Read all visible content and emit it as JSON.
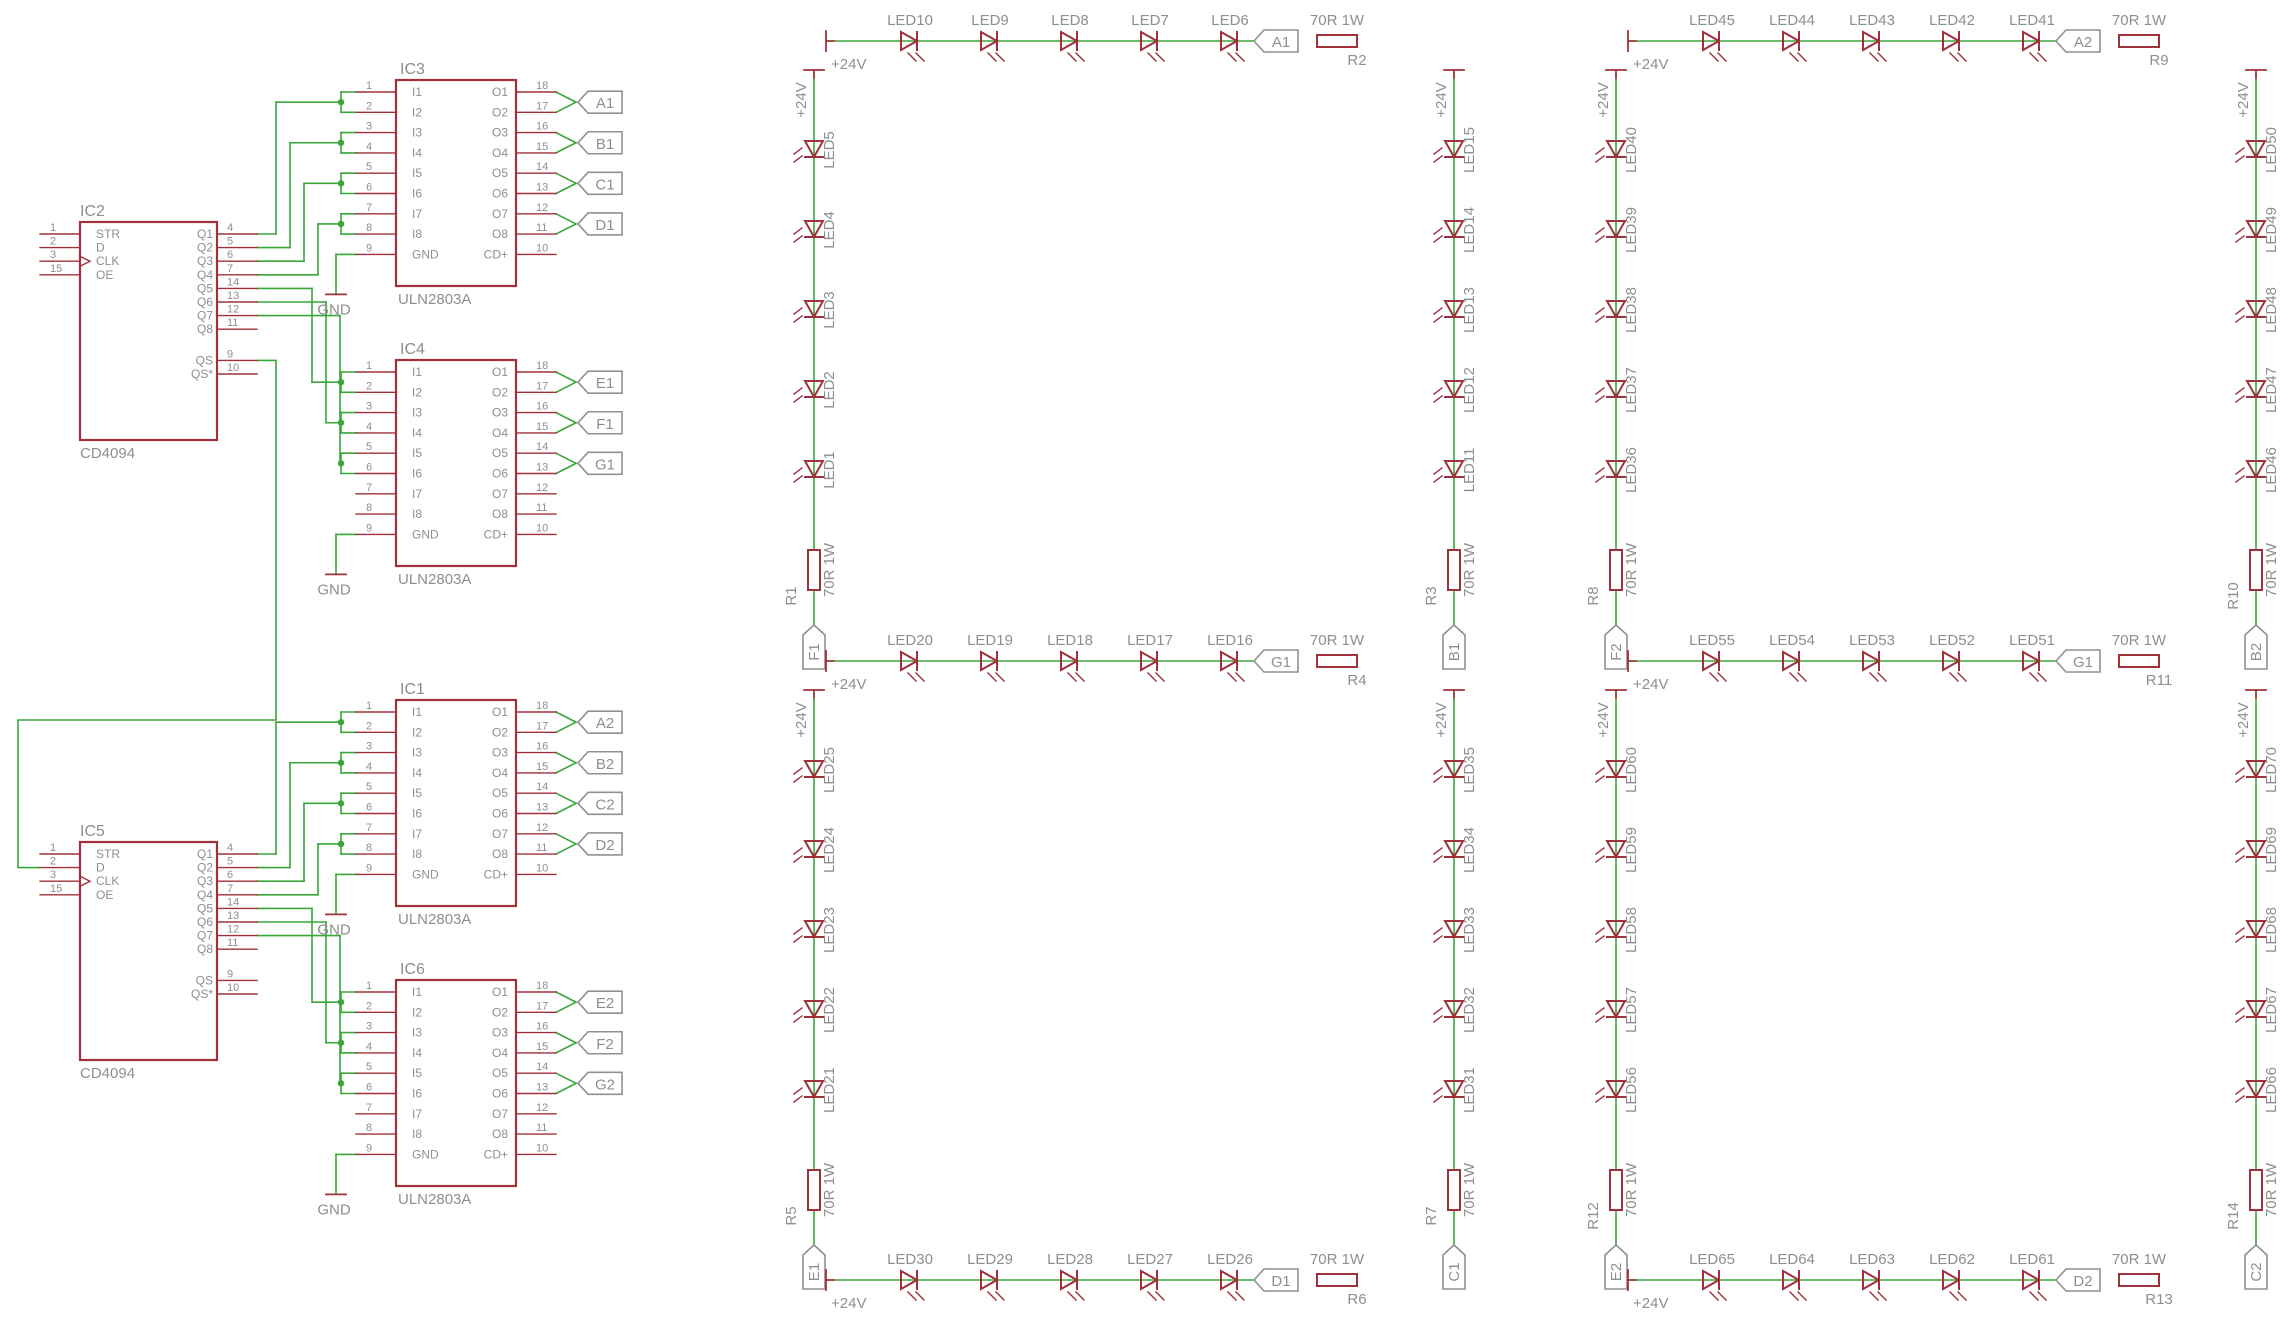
{
  "colors": {
    "part": "#a0303a",
    "wire": "#3aa63a",
    "text": "#8e8e8e",
    "bg": "#ffffff",
    "junction": "#3aa63a"
  },
  "drivers": [
    {
      "name": "IC2",
      "type": "CD4094",
      "pins_left": [
        [
          "1",
          "STR"
        ],
        [
          "2",
          "D"
        ],
        [
          "3",
          "CLK"
        ],
        [
          "15",
          "OE"
        ]
      ],
      "pins_right": [
        [
          "Q1",
          "4"
        ],
        [
          "Q2",
          "5"
        ],
        [
          "Q3",
          "6"
        ],
        [
          "Q4",
          "7"
        ],
        [
          "Q5",
          "14"
        ],
        [
          "Q6",
          "13"
        ],
        [
          "Q7",
          "12"
        ],
        [
          "Q8",
          "11"
        ],
        [
          "QS",
          "9"
        ],
        [
          "QS*",
          "10"
        ]
      ]
    },
    {
      "name": "IC5",
      "type": "CD4094",
      "pins_left": [
        [
          "1",
          "STR"
        ],
        [
          "2",
          "D"
        ],
        [
          "3",
          "CLK"
        ],
        [
          "15",
          "OE"
        ]
      ],
      "pins_right": [
        [
          "Q1",
          "4"
        ],
        [
          "Q2",
          "5"
        ],
        [
          "Q3",
          "6"
        ],
        [
          "Q4",
          "7"
        ],
        [
          "Q5",
          "14"
        ],
        [
          "Q6",
          "13"
        ],
        [
          "Q7",
          "12"
        ],
        [
          "Q8",
          "11"
        ],
        [
          "QS",
          "9"
        ],
        [
          "QS*",
          "10"
        ]
      ]
    }
  ],
  "buffers": [
    {
      "name": "IC3",
      "type": "ULN2803A",
      "outputs": [
        "A1",
        "B1",
        "C1",
        "D1"
      ],
      "gnd": "GND"
    },
    {
      "name": "IC4",
      "type": "ULN2803A",
      "outputs": [
        "E1",
        "F1",
        "G1"
      ],
      "gnd": "GND"
    },
    {
      "name": "IC1",
      "type": "ULN2803A",
      "outputs": [
        "A2",
        "B2",
        "C2",
        "D2"
      ],
      "gnd": "GND"
    },
    {
      "name": "IC6",
      "type": "ULN2803A",
      "outputs": [
        "E2",
        "F2",
        "G2"
      ],
      "gnd": "GND"
    }
  ],
  "uln_left_pins": [
    [
      "1",
      "I1"
    ],
    [
      "2",
      "I2"
    ],
    [
      "3",
      "I3"
    ],
    [
      "4",
      "I4"
    ],
    [
      "5",
      "I5"
    ],
    [
      "6",
      "I6"
    ],
    [
      "7",
      "I7"
    ],
    [
      "8",
      "I8"
    ],
    [
      "9",
      "GND"
    ]
  ],
  "uln_right_pins": [
    [
      "O1",
      "18"
    ],
    [
      "O2",
      "17"
    ],
    [
      "O3",
      "16"
    ],
    [
      "O4",
      "15"
    ],
    [
      "O5",
      "14"
    ],
    [
      "O6",
      "13"
    ],
    [
      "O7",
      "12"
    ],
    [
      "O8",
      "11"
    ],
    [
      "CD+",
      "10"
    ]
  ],
  "supply": "+24V",
  "resistor_value": "70R 1W",
  "digit1": {
    "top": {
      "leds": [
        "LED10",
        "LED9",
        "LED8",
        "LED7",
        "LED6"
      ],
      "res": "R2",
      "port": "A1"
    },
    "left_upper": {
      "leds": [
        "LED5",
        "LED4",
        "LED3",
        "LED2",
        "LED1"
      ],
      "res": "R1",
      "port": "F1"
    },
    "right_upper": {
      "leds": [
        "LED15",
        "LED14",
        "LED13",
        "LED12",
        "LED11"
      ],
      "res": "R3",
      "port": "B1"
    },
    "middle": {
      "leds": [
        "LED20",
        "LED19",
        "LED18",
        "LED17",
        "LED16"
      ],
      "res": "R4",
      "port": "G1"
    },
    "left_lower": {
      "leds": [
        "LED25",
        "LED24",
        "LED23",
        "LED22",
        "LED21"
      ],
      "res": "R5",
      "port": "E1"
    },
    "right_lower": {
      "leds": [
        "LED35",
        "LED34",
        "LED33",
        "LED32",
        "LED31"
      ],
      "res": "R7",
      "port": "C1"
    },
    "bottom": {
      "leds": [
        "LED30",
        "LED29",
        "LED28",
        "LED27",
        "LED26"
      ],
      "res": "R6",
      "port": "D1"
    }
  },
  "digit2": {
    "top": {
      "leds": [
        "LED45",
        "LED44",
        "LED43",
        "LED42",
        "LED41"
      ],
      "res": "R9",
      "port": "A2"
    },
    "left_upper": {
      "leds": [
        "LED40",
        "LED39",
        "LED38",
        "LED37",
        "LED36"
      ],
      "res": "R8",
      "port": "F2"
    },
    "right_upper": {
      "leds": [
        "LED50",
        "LED49",
        "LED48",
        "LED47",
        "LED46"
      ],
      "res": "R10",
      "port": "B2"
    },
    "middle": {
      "leds": [
        "LED55",
        "LED54",
        "LED53",
        "LED52",
        "LED51"
      ],
      "res": "R11",
      "port": "G1"
    },
    "left_lower": {
      "leds": [
        "LED60",
        "LED59",
        "LED58",
        "LED57",
        "LED56"
      ],
      "res": "R12",
      "port": "E2"
    },
    "right_lower": {
      "leds": [
        "LED70",
        "LED69",
        "LED68",
        "LED67",
        "LED66"
      ],
      "res": "R14",
      "port": "C2"
    },
    "bottom": {
      "leds": [
        "LED65",
        "LED64",
        "LED63",
        "LED62",
        "LED61"
      ],
      "res": "R13",
      "port": "D2"
    }
  },
  "extra_port": "G2"
}
